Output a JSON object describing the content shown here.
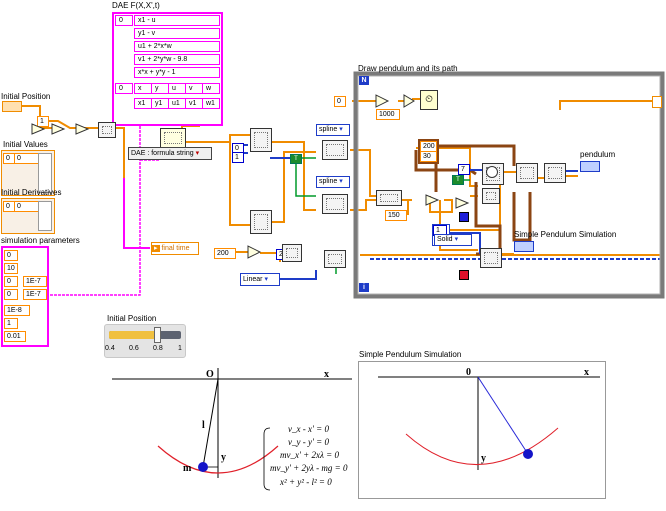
{
  "dae": {
    "title": "DAE F(X,X',t)",
    "index": "0",
    "equations": [
      "x1 - u",
      "y1 - v",
      "u1 + 2*x*w",
      "v1 + 2*y*w - 9.8",
      "x*x + y*y - 1"
    ],
    "var_index": "0",
    "variables": [
      "x",
      "y",
      "u",
      "v",
      "w"
    ],
    "derivatives": [
      "x1",
      "y1",
      "u1",
      "v1",
      "w1"
    ]
  },
  "left": {
    "initial_position_label": "Initial Position",
    "initial_values_label": "Initial Values",
    "initial_values": [
      "0",
      "0"
    ],
    "initial_derivatives_label": "Initial Derivatives",
    "initial_derivatives": [
      "0",
      "0"
    ],
    "one_const": "1",
    "sim_params_label": "simulation parameters",
    "sim_params": [
      "0",
      "10",
      "0",
      "0",
      "1E-8",
      "1",
      "0.01"
    ],
    "sim_params_side": [
      "1E-7",
      "1E-7"
    ]
  },
  "middle": {
    "dae_selector": "DAE : formula string",
    "final_time_label": "final time",
    "const_200": "200",
    "interp_linear": "Linear",
    "spline_1": "spline",
    "spline_2": "spline",
    "const_0a": "0",
    "const_1a": "1",
    "const_2": "2",
    "const_1b": "1"
  },
  "loop": {
    "title": "Draw pendulum and its path",
    "n_terminal": "N",
    "i_terminal": "i",
    "const_0": "0",
    "const_1000": "1000",
    "const_200": "200",
    "const_30": "30",
    "const_7": "7",
    "const_150": "150",
    "line_count": "1",
    "line_style": "Solid",
    "pendulum_label": "pendulum",
    "sim_label": "Simple Pendulum Simulation"
  },
  "slider": {
    "label": "Initial Position",
    "ticks": [
      "0.4",
      "0.6",
      "0.8",
      "1"
    ],
    "value_fraction": 0.67
  },
  "diagram": {
    "origin": "O",
    "x_axis": "x",
    "length": "l",
    "y_axis": "y",
    "mass": "m",
    "equations": [
      "v_x - x' = 0",
      "v_y - y' = 0",
      "mv_x' + 2xλ = 0",
      "mv_y' + 2yλ - mg = 0",
      "x² + y² - l² = 0"
    ]
  },
  "simulation": {
    "title": "Simple Pendulum Simulation",
    "origin": "0",
    "x_axis": "x",
    "y_axis": "y"
  }
}
